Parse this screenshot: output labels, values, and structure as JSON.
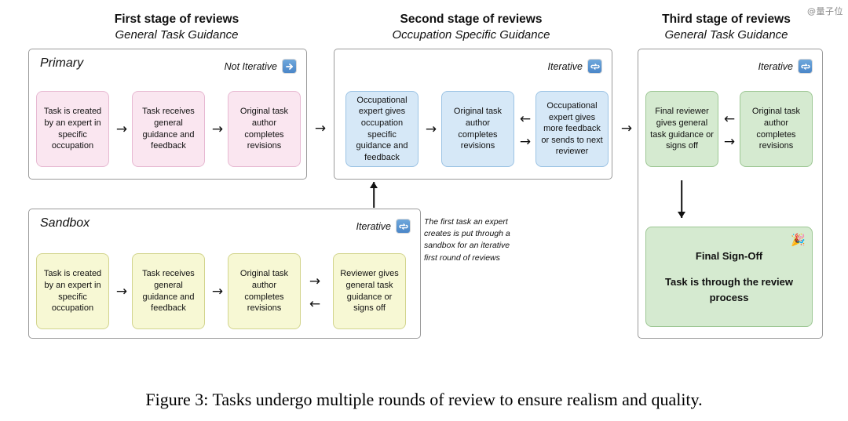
{
  "watermark": "@量子位",
  "caption": "Figure 3: Tasks undergo multiple rounds of review to ensure realism and quality.",
  "stages": [
    {
      "heading_title": "First stage of reviews",
      "heading_subtitle": "General Task Guidance",
      "container_label": "Primary",
      "iterative_label": "Not Iterative",
      "iterative_icon": "right-arrow-icon",
      "color": "#fae6f0",
      "nodes": [
        {
          "text": "Task is created by an expert in specific occupation"
        },
        {
          "text": "Task receives general guidance and feedback"
        },
        {
          "text": "Original task author completes revisions"
        }
      ]
    },
    {
      "heading_title": "Second stage of reviews",
      "heading_subtitle": "Occupation Specific Guidance",
      "container_label": "",
      "iterative_label": "Iterative",
      "iterative_icon": "repeat-icon",
      "color": "#d6e8f7",
      "nodes": [
        {
          "text": "Occupational expert gives occupation specific guidance and feedback"
        },
        {
          "text": "Original task author completes revisions"
        },
        {
          "text": "Occupational expert gives more feedback or sends to next reviewer"
        }
      ]
    },
    {
      "heading_title": "Third stage of reviews",
      "heading_subtitle": "General Task Guidance",
      "container_label": "",
      "iterative_label": "Iterative",
      "iterative_icon": "repeat-icon",
      "color": "#d5ead0",
      "nodes": [
        {
          "text": "Final reviewer gives general task guidance or signs off"
        },
        {
          "text": "Original task author completes revisions"
        }
      ],
      "final_box": {
        "emoji": "🎉",
        "title": "Final Sign-Off",
        "subtitle": "Task is through the review process"
      }
    }
  ],
  "sandbox": {
    "container_label": "Sandbox",
    "iterative_label": "Iterative",
    "iterative_icon": "repeat-icon",
    "color": "#f7f8d4",
    "nodes": [
      {
        "text": "Task is created by an expert in specific occupation"
      },
      {
        "text": "Task receives general guidance and feedback"
      },
      {
        "text": "Original task author completes revisions"
      },
      {
        "text": "Reviewer gives general task guidance or signs off"
      }
    ]
  },
  "side_note": "The first task an expert creates is put through a sandbox for an iterative first round of reviews",
  "arrows": {
    "right": "→",
    "left": "←"
  }
}
